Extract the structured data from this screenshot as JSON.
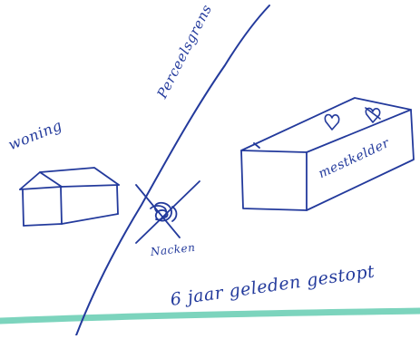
{
  "sketch": {
    "labels": {
      "parcel_border": "Perceelsgrens",
      "house": "woning",
      "manure_cellar": "mestkelder",
      "marker": "Nacken",
      "note": "6 jaar geleden gestopt"
    },
    "colors": {
      "ink": "#233a9c",
      "accent_line": "#6ecfb6",
      "paper": "#ffffff"
    },
    "icons": [
      "house-icon",
      "manure-cellar-icon",
      "crossed-marker-icon",
      "heart-doodle-icon"
    ]
  }
}
